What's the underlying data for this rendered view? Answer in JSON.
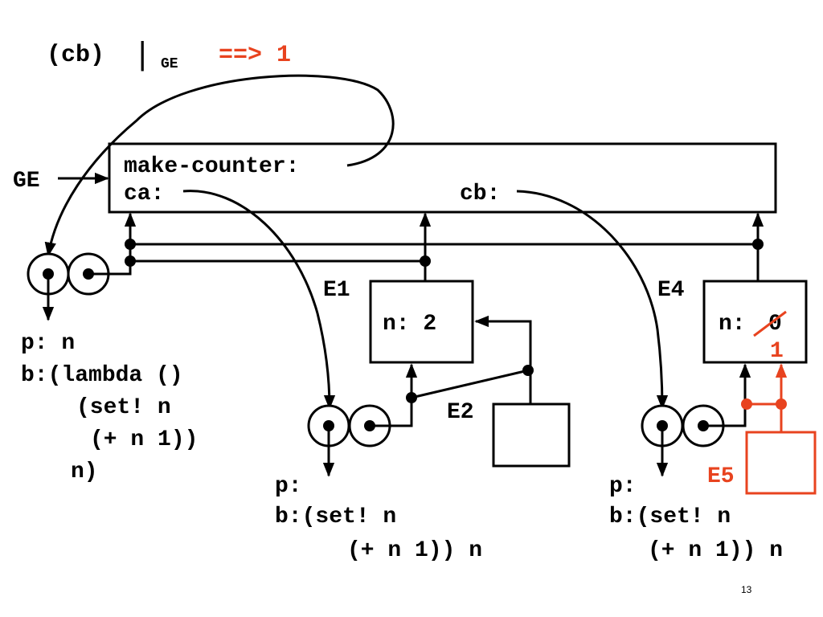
{
  "header": {
    "expr": "(cb)",
    "bar": "|",
    "env_sub": "GE",
    "result": "==> 1"
  },
  "global_frame": {
    "label": "GE",
    "bindings": {
      "make_counter": "make-counter:",
      "ca": "ca:",
      "cb": "cb:"
    }
  },
  "procedures": {
    "make_counter": {
      "params": "p: n",
      "body": [
        "b:(lambda ()",
        "(set! n",
        "(+ n 1))",
        "n)"
      ]
    },
    "ca": {
      "params": "p:",
      "body": [
        "b:(set! n",
        "(+ n 1)) n"
      ]
    },
    "cb": {
      "params": "p:",
      "body": [
        "b:(set! n",
        "(+ n 1)) n"
      ]
    }
  },
  "frames": {
    "e1": {
      "label": "E1",
      "binding": "n: 2"
    },
    "e2": {
      "label": "E2"
    },
    "e4": {
      "label": "E4",
      "binding_name": "n:",
      "old_value": "0",
      "new_value": "1"
    },
    "e5": {
      "label": "E5"
    }
  },
  "colors": {
    "ink": "#000000",
    "highlight": "#e8431f"
  },
  "slide_number": "13"
}
